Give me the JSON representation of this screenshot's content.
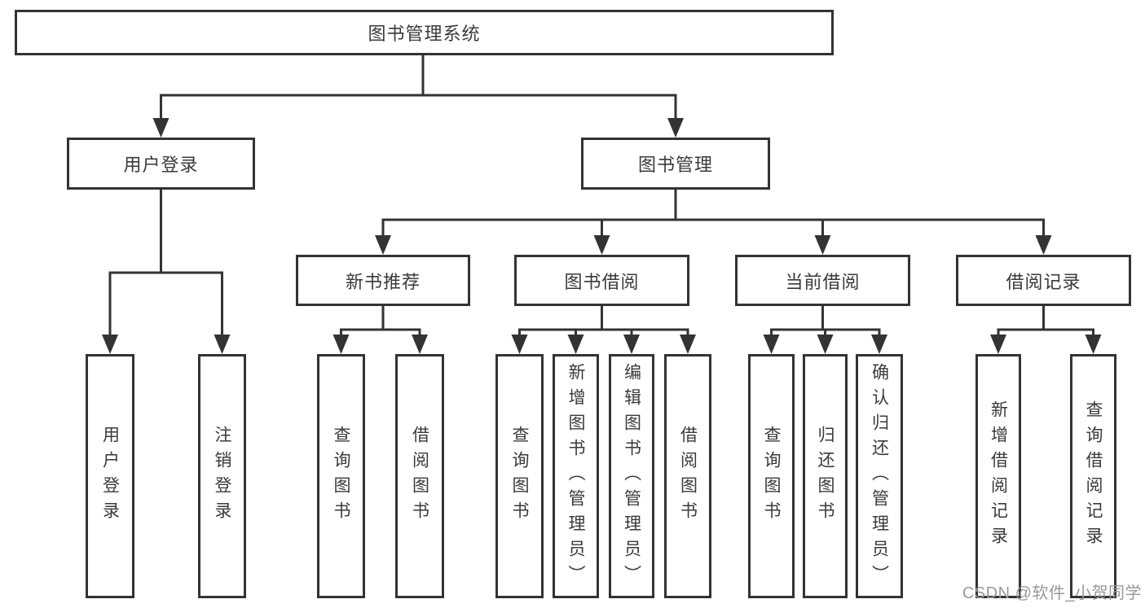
{
  "nodes": {
    "root": {
      "label": "图书管理系统"
    },
    "user_login": {
      "label": "用户登录"
    },
    "book_management": {
      "label": "图书管理"
    },
    "new_book_recommend": {
      "label": "新书推荐"
    },
    "book_borrowing": {
      "label": "图书借阅"
    },
    "current_borrowing": {
      "label": "当前借阅"
    },
    "borrowing_records": {
      "label": "借阅记录"
    },
    "leaf_user_login": {
      "label": "用户登录"
    },
    "leaf_logout": {
      "label": "注销登录"
    },
    "leaf_query_books_recommend": {
      "label": "查询图书"
    },
    "leaf_borrow_books_recommend": {
      "label": "借阅图书"
    },
    "leaf_query_books_borrowing": {
      "label": "查询图书"
    },
    "leaf_add_books_admin": {
      "label": "新增图书（管理员）"
    },
    "leaf_edit_books_admin": {
      "label": "编辑图书（管理员）"
    },
    "leaf_borrow_books_borrowing": {
      "label": "借阅图书"
    },
    "leaf_query_books_current": {
      "label": "查询图书"
    },
    "leaf_return_books": {
      "label": "归还图书"
    },
    "leaf_confirm_return_admin": {
      "label": "确认归还（管理员）"
    },
    "leaf_add_borrow_record": {
      "label": "新增借阅记录"
    },
    "leaf_query_borrow_record": {
      "label": "查询借阅记录"
    }
  },
  "watermark": {
    "text": "CSDN @软件_小贺同学"
  },
  "colors": {
    "line": "#333333",
    "box_border": "#333333",
    "text": "#3a3a3a",
    "watermark": "#989898",
    "background": "#ffffff"
  }
}
